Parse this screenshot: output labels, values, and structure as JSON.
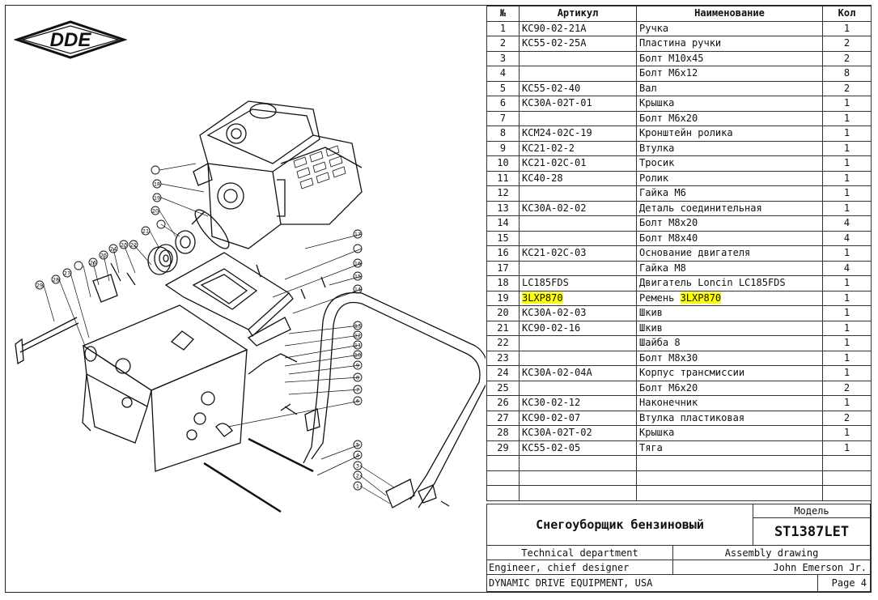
{
  "logo": {
    "text": "DDE"
  },
  "table": {
    "headers": {
      "num": "№",
      "article": "Артикул",
      "name": "Наименование",
      "qty": "Кол"
    },
    "rows": [
      {
        "num": "1",
        "article": "KC90-02-21A",
        "name": "Ручка",
        "qty": "1"
      },
      {
        "num": "2",
        "article": "KC55-02-25A",
        "name": "Пластина ручки",
        "qty": "2"
      },
      {
        "num": "3",
        "article": "",
        "name": "Болт M10x45",
        "qty": "2"
      },
      {
        "num": "4",
        "article": "",
        "name": "Болт M6x12",
        "qty": "8"
      },
      {
        "num": "5",
        "article": "KC55-02-40",
        "name": "Вал",
        "qty": "2"
      },
      {
        "num": "6",
        "article": "KC30A-02T-01",
        "name": "Крышка",
        "qty": "1"
      },
      {
        "num": "7",
        "article": "",
        "name": "Болт M6x20",
        "qty": "1"
      },
      {
        "num": "8",
        "article": "KCM24-02C-19",
        "name": "Кронштейн ролика",
        "qty": "1"
      },
      {
        "num": "9",
        "article": "KC21-02-2",
        "name": "Втулка",
        "qty": "1"
      },
      {
        "num": "10",
        "article": "KC21-02C-01",
        "name": "Тросик",
        "qty": "1"
      },
      {
        "num": "11",
        "article": "KC40-28",
        "name": "Ролик",
        "qty": "1"
      },
      {
        "num": "12",
        "article": "",
        "name": "Гайка M6",
        "qty": "1"
      },
      {
        "num": "13",
        "article": "KC30A-02-02",
        "name": "Деталь соединительная",
        "qty": "1"
      },
      {
        "num": "14",
        "article": "",
        "name": "Болт M8x20",
        "qty": "4"
      },
      {
        "num": "15",
        "article": "",
        "name": "Болт M8x40",
        "qty": "4"
      },
      {
        "num": "16",
        "article": "KC21-02C-03",
        "name": "Основание двигателя",
        "qty": "1"
      },
      {
        "num": "17",
        "article": "",
        "name": "Гайка M8",
        "qty": "4"
      },
      {
        "num": "18",
        "article": "LC185FDS",
        "name": "Двигатель Loncin LC185FDS",
        "qty": "1"
      },
      {
        "num": "19",
        "article": "3LXP870",
        "name": "Ремень 3LXP870",
        "qty": "1",
        "highlight": true
      },
      {
        "num": "20",
        "article": "KC30A-02-03",
        "name": "Шкив",
        "qty": "1"
      },
      {
        "num": "21",
        "article": "KC90-02-16",
        "name": "Шкив",
        "qty": "1"
      },
      {
        "num": "22",
        "article": "",
        "name": "Шайба 8",
        "qty": "1"
      },
      {
        "num": "23",
        "article": "",
        "name": "Болт M8x30",
        "qty": "1"
      },
      {
        "num": "24",
        "article": "KC30A-02-04A",
        "name": "Корпус трансмиссии",
        "qty": "1"
      },
      {
        "num": "25",
        "article": "",
        "name": "Болт M6x20",
        "qty": "2"
      },
      {
        "num": "26",
        "article": "KC30-02-12",
        "name": "Наконечник",
        "qty": "1"
      },
      {
        "num": "27",
        "article": "KC90-02-07",
        "name": "Втулка пластиковая",
        "qty": "2"
      },
      {
        "num": "28",
        "article": "KC30A-02T-02",
        "name": "Крышка",
        "qty": "1"
      },
      {
        "num": "29",
        "article": "KC55-02-05",
        "name": "Тяга",
        "qty": "1"
      },
      {
        "num": "",
        "article": "",
        "name": "",
        "qty": ""
      },
      {
        "num": "",
        "article": "",
        "name": "",
        "qty": ""
      },
      {
        "num": "",
        "article": "",
        "name": "",
        "qty": ""
      }
    ]
  },
  "titleblock": {
    "product": "Снегоуборщик бензиновый",
    "model_label": "Модель",
    "model": "ST1387LET",
    "department": "Technical department",
    "doc_type": "Assembly drawing",
    "role": "Engineer, chief designer",
    "person": "John Emerson Jr.",
    "company": "DYNAMIC DRIVE EQUIPMENT, USA",
    "page": "Page 4"
  },
  "drawing": {
    "callouts": [
      "1",
      "2",
      "3",
      "4",
      "5",
      "6",
      "7",
      "8",
      "9",
      "10",
      "11",
      "12",
      "13",
      "14",
      "15",
      "16",
      "17",
      "18",
      "19",
      "20",
      "21",
      "22",
      "23",
      "24",
      "25",
      "26",
      "27",
      "28",
      "29"
    ]
  }
}
